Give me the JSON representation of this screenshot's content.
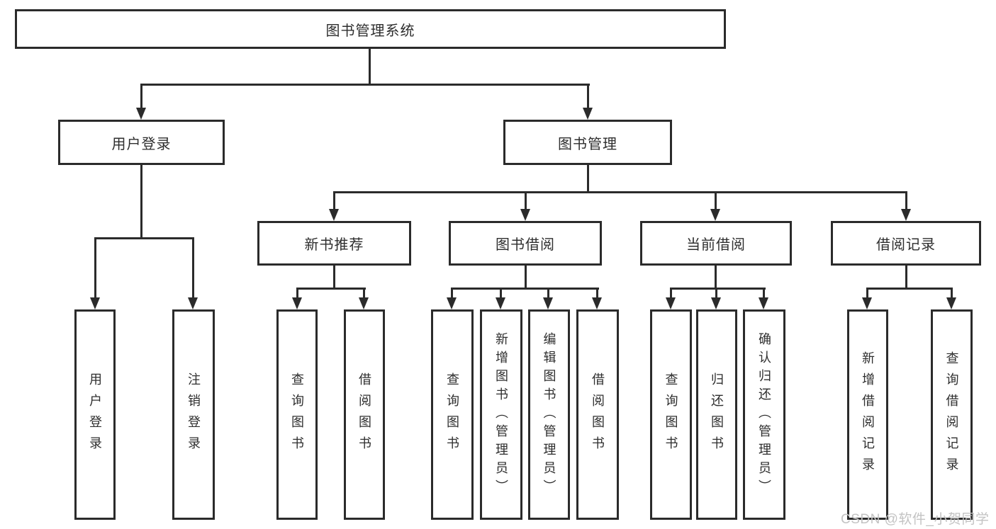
{
  "tree": {
    "root": {
      "label": "图书管理系统"
    },
    "branches": [
      {
        "label": "用户登录",
        "children": [
          {
            "label": "用户登录"
          },
          {
            "label": "注销登录"
          }
        ]
      },
      {
        "label": "图书管理",
        "sections": [
          {
            "label": "新书推荐",
            "children": [
              {
                "label": "查询图书"
              },
              {
                "label": "借阅图书"
              }
            ]
          },
          {
            "label": "图书借阅",
            "children": [
              {
                "label": "查询图书"
              },
              {
                "label": "新增图书（管理员）"
              },
              {
                "label": "编辑图书（管理员）"
              },
              {
                "label": "借阅图书"
              }
            ]
          },
          {
            "label": "当前借阅",
            "children": [
              {
                "label": "查询图书"
              },
              {
                "label": "归还图书"
              },
              {
                "label": "确认归还（管理员）"
              }
            ]
          },
          {
            "label": "借阅记录",
            "children": [
              {
                "label": "新增借阅记录"
              },
              {
                "label": "查询借阅记录"
              }
            ]
          }
        ]
      }
    ]
  },
  "watermark": "CSDN @软件_小贺同学",
  "colors": {
    "line": "#2b2b2b",
    "text": "#2e2e2e",
    "watermark": "#c3c3c3",
    "background": "#ffffff"
  }
}
